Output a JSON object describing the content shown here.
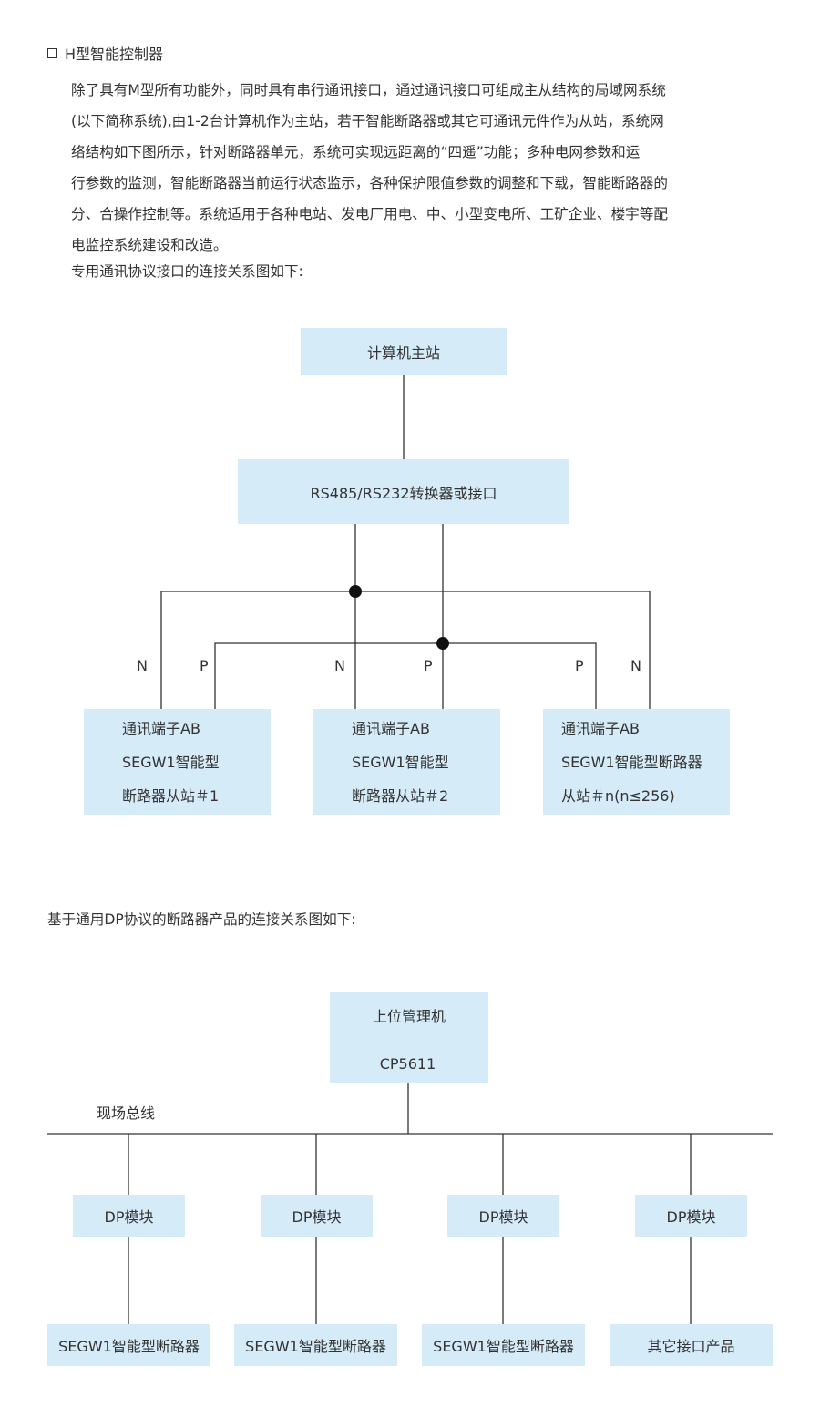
{
  "heading": "H型智能控制器",
  "intro_lines": [
    "除了具有M型所有功能外，同时具有串行通讯接口，通过通讯接口可组成主从结构的局域网系统",
    "(以下简称系统),由1-2台计算机作为主站，若干智能断路器或其它可通讯元件作为从站，系统网",
    "络结构如下图所示，针对断路器单元，系统可实现远距离的“四遥”功能；多种电网参数和运",
    "行参数的监测，智能断路器当前运行状态监示，各种保护限值参数的调整和下载，智能断路器的",
    "分、合操作控制等。系统适用于各种电站、发电厂用电、中、小型变电所、工矿企业、楼宇等配",
    "电监控系统建设和改造。"
  ],
  "caption1": "专用通讯协议接口的连接关系图如下:",
  "diagram1": {
    "master": "计算机主站",
    "converter": "RS485/RS232转换器或接口",
    "wire_labels": [
      "N",
      "P",
      "N",
      "P",
      "P",
      "N"
    ],
    "slaves": [
      [
        "通讯端子AB",
        "SEGW1智能型",
        "断路器从站＃1"
      ],
      [
        "通讯端子AB",
        "SEGW1智能型",
        "断路器从站＃2"
      ],
      [
        "通讯端子AB",
        "SEGW1智能型断路器",
        "从站＃n(n≤256)"
      ]
    ]
  },
  "caption2": "基于通用DP协议的断路器产品的连接关系图如下:",
  "diagram2": {
    "host": "上位管理机",
    "card": "CP5611",
    "bus_label": "现场总线",
    "modules": [
      "DP模块",
      "DP模块",
      "DP模块",
      "DP模块"
    ],
    "devices": [
      "SEGW1智能型断路器",
      "SEGW1智能型断路器",
      "SEGW1智能型断路器",
      "其它接口产品"
    ]
  },
  "colors": {
    "box_fill": "#d6ebf8",
    "line": "#333333"
  }
}
